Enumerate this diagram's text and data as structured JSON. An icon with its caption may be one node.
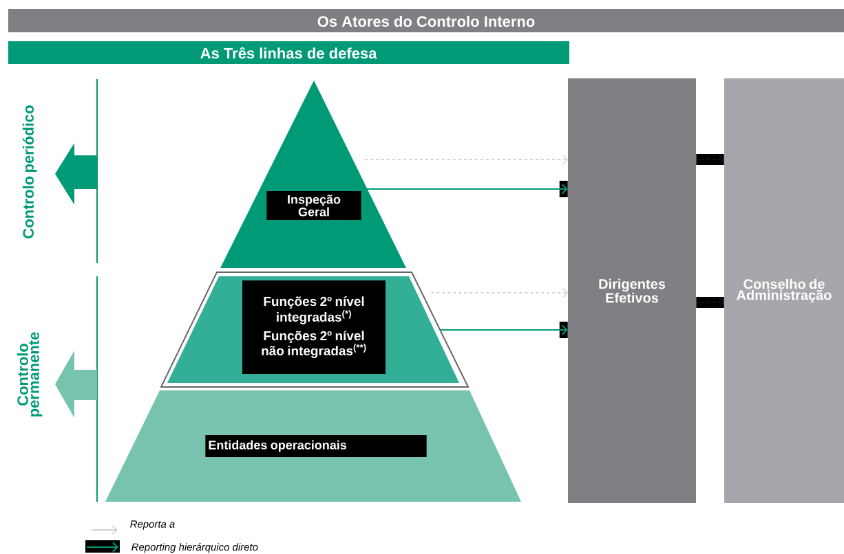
{
  "diagram": {
    "title": "Os Atores do Controlo Interno",
    "nodes": [
      {
        "text": [
          "Inspeção Geral"
        ]
      },
      {
        "text": [
          "Funções 2º nível integradas$^{(*)}$",
          "Funções 2º nível não integradas$^{(**)}$"
        ]
      },
      {
        "text": [
          "Entidades operacionais"
        ]
      },
      {
        "text": [
          "Dirigentes Efetivos"
        ]
      },
      {
        "text": [
          "Conselho de Administração"
        ]
      }
    ],
    "edges": [
      {
        "from": 0,
        "to": 3,
        "arrow": "to",
        "style": "dashed"
      },
      {
        "from": 0,
        "to": 3,
        "arrow": "to",
        "color": "#009a77"
      },
      {
        "from": 1,
        "to": 3,
        "arrow": "to",
        "style": "dashed"
      },
      {
        "from": 1,
        "to": 3,
        "arrow": "to",
        "color": "#009a77"
      },
      {
        "from": 3,
        "to": 4,
        "arrow": "to",
        "style": "dashed"
      },
      {
        "from": 3,
        "to": 4,
        "arrow": "to",
        "style": "dashed"
      }
    ],
    "labels": [
      "As Três linhas de defesa",
      "Controlo periódico",
      "Controlo permanente"
    ],
    "legend": [
      {
        "text": "Reporta a"
      },
      {
        "text": "Reporting hierárquico direto"
      }
    ]
  }
}
